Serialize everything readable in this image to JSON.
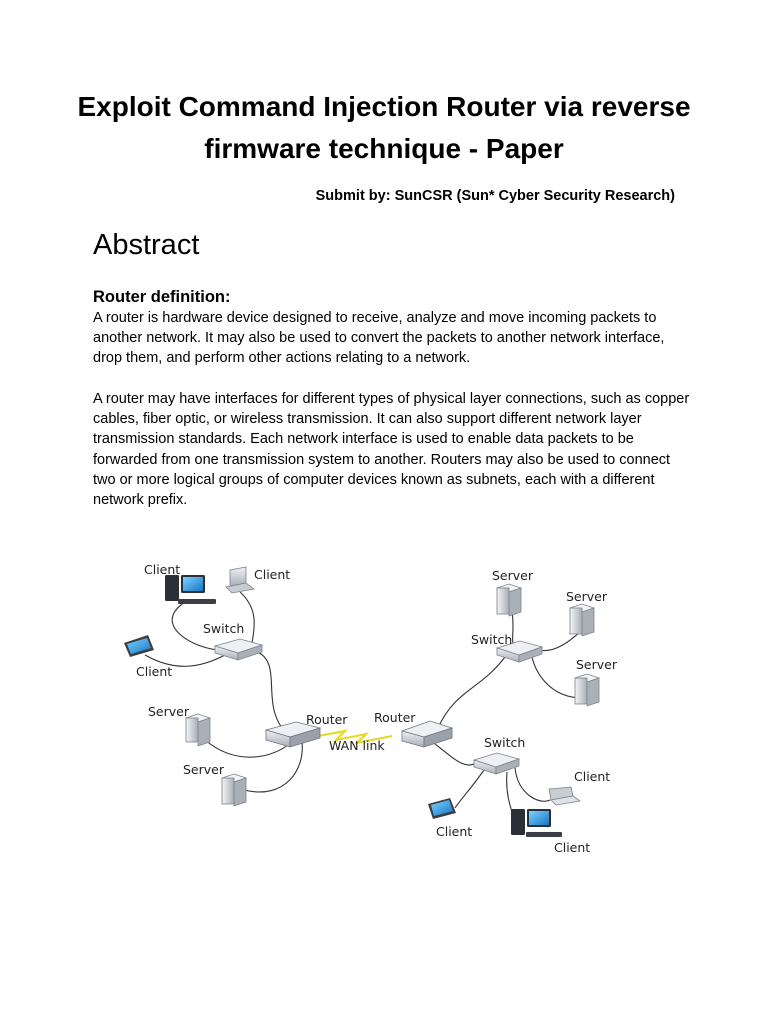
{
  "document": {
    "title": "Exploit Command Injection Router via reverse firmware technique - Paper",
    "submitted_by": "Submit by: SunCSR (Sun* Cyber Security Research)",
    "section_heading": "Abstract",
    "subsection_heading": "Router definition:",
    "paragraphs": [
      "A router is hardware device designed to receive, analyze and move incoming packets to another network. It may also be used to convert the packets to another network interface, drop them, and perform other actions relating to a network.",
      "A router may have interfaces for different types of physical layer connections, such as copper cables, fiber optic, or wireless transmission. It can also support different network layer transmission standards. Each network interface is used to enable data packets to be forwarded from one transmission system to another. Routers may also be used to connect two or more logical groups of computer devices known as subnets, each with a different network prefix."
    ]
  },
  "diagram": {
    "labels": {
      "client_desktop_top": "Client",
      "client_laptop_top": "Client",
      "client_tablet_left": "Client",
      "switch_left": "Switch",
      "server_left_1": "Server",
      "server_left_2": "Server",
      "router_left": "Router",
      "wan_link": "WAN link",
      "router_right": "Router",
      "server_right_1": "Server",
      "server_right_2": "Server",
      "server_right_3": "Server",
      "switch_right_top": "Switch",
      "switch_right_bottom": "Switch",
      "client_laptop_right": "Client",
      "client_tablet_right": "Client",
      "client_desktop_right": "Client"
    },
    "colors": {
      "wan_link": "#e8d81f",
      "device_body": "#c9cdd3",
      "screen": "#1e8fd6"
    }
  }
}
